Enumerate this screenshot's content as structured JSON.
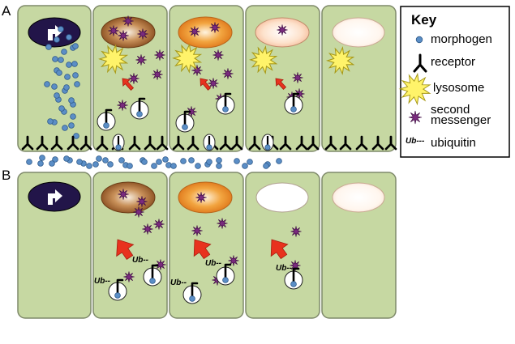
{
  "panels": [
    {
      "letter": "A",
      "ubiquitin_label": ""
    },
    {
      "letter": "B",
      "ubiquitin_label": "Ub--"
    }
  ],
  "key": {
    "title": "Key",
    "items": [
      {
        "icon": "morphogen-dot-icon",
        "label": "morphogen"
      },
      {
        "icon": "receptor-icon",
        "label": "receptor"
      },
      {
        "icon": "lysosome-starburst-icon",
        "label": "lysosome"
      },
      {
        "icon": "second-messenger-star-icon",
        "label": "second"
      },
      {
        "icon": "",
        "label": "messenger"
      },
      {
        "icon": "ubiquitin-tag-icon",
        "label": "ubiquitin",
        "tag": "Ub---"
      }
    ]
  },
  "colors": {
    "cell_fill": "#c6d8a2",
    "cell_stroke": "#7f8a6a",
    "morphogen": "#5b8ec6",
    "lysosome": "#fff36a",
    "second_messenger": "#7a2a7e",
    "arrow": "#e8321e",
    "source_nucleus": "#221549"
  }
}
